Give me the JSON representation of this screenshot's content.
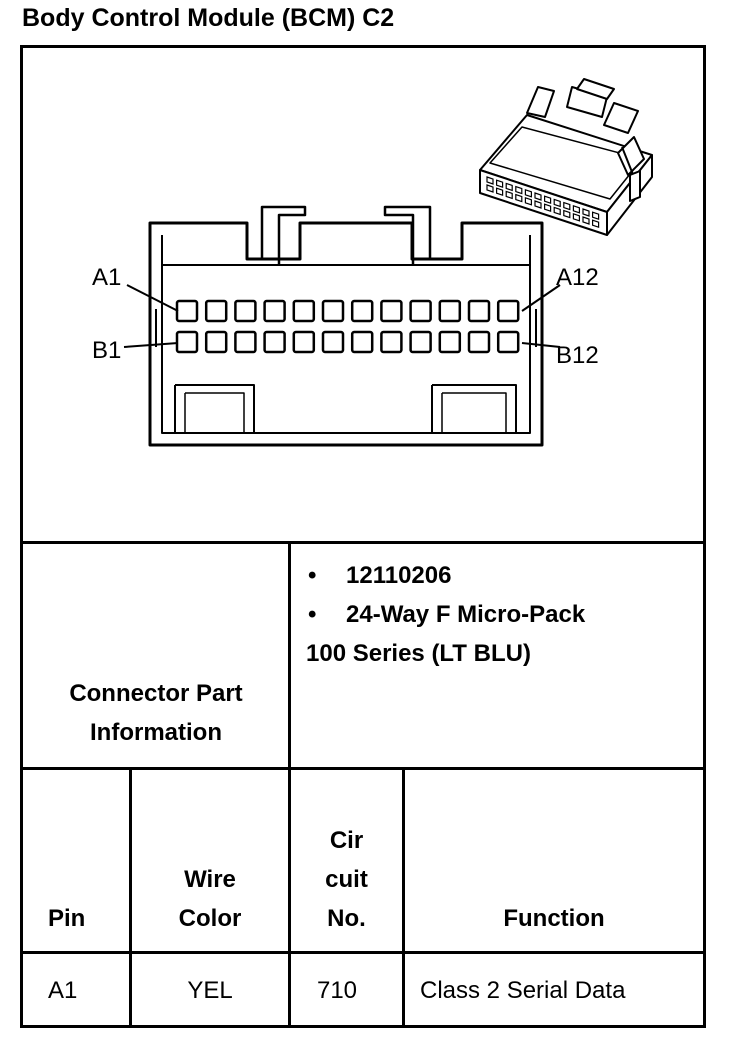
{
  "title": "Body Control Module (BCM) C2",
  "diagram": {
    "pin_labels": {
      "a_first": "A1",
      "a_last": "A12",
      "b_first": "B1",
      "b_last": "B12"
    }
  },
  "connector_info": {
    "label_line1": "Connector Part",
    "label_line2": "Information",
    "bullet_glyph": "•",
    "part_number": "12110206",
    "description": "24-Way F Micro-Pack",
    "series": "100 Series (LT BLU)"
  },
  "table": {
    "headers": {
      "pin": "Pin",
      "wire_color_1": "Wire",
      "wire_color_2": "Color",
      "circuit_1": "Cir",
      "circuit_2": "cuit",
      "circuit_3": "No.",
      "function": "Function"
    },
    "rows": [
      {
        "pin": "A1",
        "wire_color": "YEL",
        "circuit": "710",
        "function": "Class 2 Serial Data"
      }
    ]
  }
}
